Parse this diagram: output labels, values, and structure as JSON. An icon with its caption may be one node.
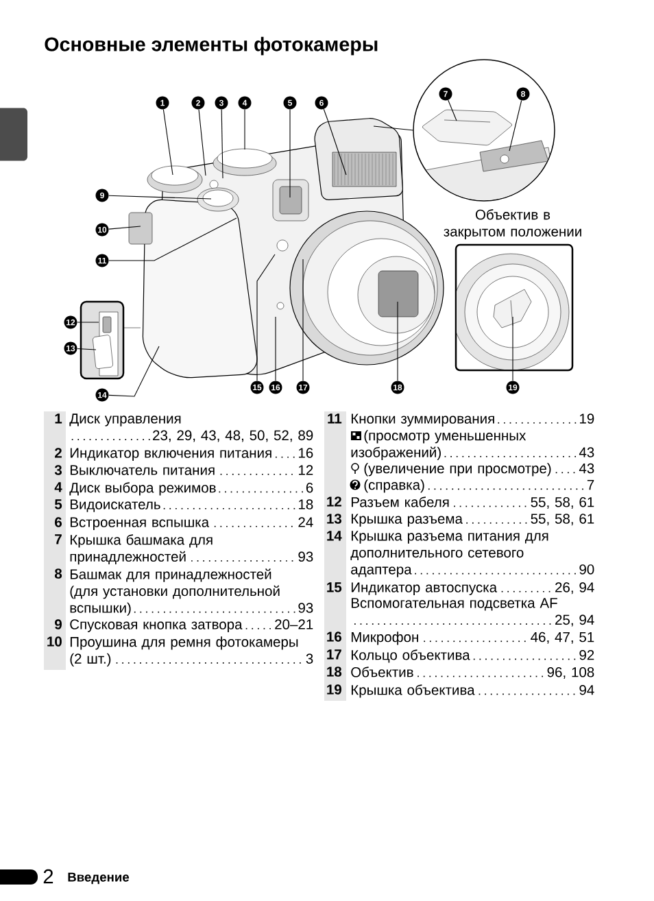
{
  "diagram": {
    "title": "Основные элементы фотокамеры",
    "nodes": [
      {
        "text": [
          "1"
        ]
      },
      {
        "text": [
          "2"
        ]
      },
      {
        "text": [
          "3"
        ]
      },
      {
        "text": [
          "4"
        ]
      },
      {
        "text": [
          "5"
        ]
      },
      {
        "text": [
          "6"
        ]
      },
      {
        "text": [
          "7"
        ]
      },
      {
        "text": [
          "8"
        ]
      },
      {
        "text": [
          "9"
        ]
      },
      {
        "text": [
          "10"
        ]
      },
      {
        "text": [
          "11"
        ]
      },
      {
        "text": [
          "12"
        ]
      },
      {
        "text": [
          "13"
        ]
      },
      {
        "text": [
          "14"
        ]
      },
      {
        "text": [
          "15"
        ]
      },
      {
        "text": [
          "16"
        ]
      },
      {
        "text": [
          "17"
        ]
      },
      {
        "text": [
          "18"
        ]
      },
      {
        "text": [
          "19"
        ]
      },
      {
        "text": [],
        "shape": "bar"
      }
    ],
    "edges": [
      {
        "from": 0,
        "to": null,
        "arrow": "none"
      },
      {
        "from": 1,
        "to": null,
        "arrow": "none"
      },
      {
        "from": 2,
        "to": null,
        "arrow": "none"
      },
      {
        "from": 3,
        "to": null,
        "arrow": "none"
      },
      {
        "from": 4,
        "to": null,
        "arrow": "none"
      },
      {
        "from": 5,
        "to": null,
        "arrow": "none"
      },
      {
        "from": 6,
        "to": null,
        "arrow": "none"
      },
      {
        "from": 7,
        "to": null,
        "arrow": "none"
      },
      {
        "from": 8,
        "to": null,
        "arrow": "none"
      },
      {
        "from": 9,
        "to": null,
        "arrow": "none"
      },
      {
        "from": 10,
        "to": null,
        "arrow": "none"
      },
      {
        "from": 11,
        "to": null,
        "arrow": "none"
      },
      {
        "from": 12,
        "to": null,
        "arrow": "none"
      },
      {
        "from": 13,
        "to": null,
        "arrow": "none"
      },
      {
        "from": 14,
        "to": null,
        "arrow": "none"
      },
      {
        "from": 15,
        "to": null,
        "arrow": "none"
      },
      {
        "from": 16,
        "to": null,
        "arrow": "none"
      },
      {
        "from": 17,
        "to": null,
        "arrow": "none"
      },
      {
        "from": 18,
        "to": null,
        "arrow": "none"
      }
    ],
    "labels": [
      "Объектив в закрытом положении",
      "1",
      "Диск управления",
      "23, 29, 43, 48, 50, 52, 89",
      "2",
      "Индикатор включения питания",
      "16",
      "3",
      "Выключатель питания",
      "12",
      "4",
      "Диск выбора режимов",
      "6",
      "5",
      "Видоискатель",
      "18",
      "6",
      "Встроенная вспышка",
      "24",
      "7",
      "Крышка башмака для принадлежностей",
      "93",
      "8",
      "Башмак для принадлежностей (для установки дополнительной вспышки)",
      "93",
      "9",
      "Спусковая кнопка затвора",
      "20–21",
      "10",
      "Проушина для ремня фотокамеры (2 шт.)",
      "3",
      "11",
      "Кнопки зуммирования",
      "19",
      "(просмотр уменьшенных изображений)",
      "43",
      "(увеличение при просмотре)",
      "43",
      "(справка)",
      "7",
      "12",
      "Разъем кабеля",
      "55, 58, 61",
      "13",
      "Крышка разъема",
      "55, 58, 61",
      "14",
      "Крышка разъема питания для дополнительного сетевого адаптера",
      "90",
      "15",
      "Индикатор автоспуска",
      "26, 94",
      "Вспомогательная подсветка AF",
      "25, 94",
      "16",
      "Микрофон",
      "46, 47, 51",
      "17",
      "Кольцо объектива",
      "92",
      "18",
      "Объектив",
      "96, 108",
      "19",
      "Крышка объектива",
      "94",
      "2",
      "Введение"
    ]
  }
}
